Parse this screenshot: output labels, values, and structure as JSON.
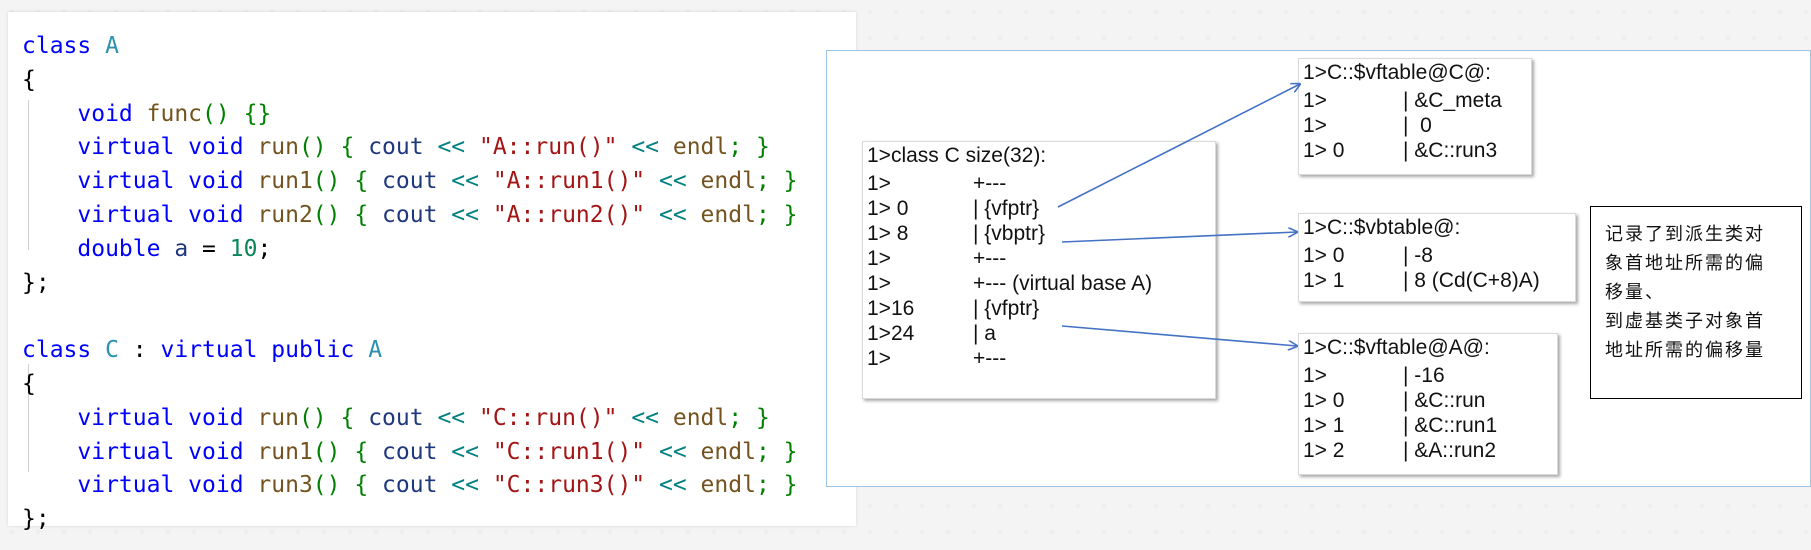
{
  "code": {
    "lines": [
      [
        {
          "t": "class ",
          "c": "kw"
        },
        {
          "t": "A",
          "c": "cls"
        }
      ],
      [
        {
          "t": "{",
          "c": "plain"
        }
      ],
      [
        {
          "t": "    ",
          "c": "plain"
        },
        {
          "t": "void ",
          "c": "kw"
        },
        {
          "t": "func",
          "c": "fn"
        },
        {
          "t": "() {}",
          "c": "lbr"
        }
      ],
      [
        {
          "t": "    ",
          "c": "plain"
        },
        {
          "t": "virtual void ",
          "c": "kw"
        },
        {
          "t": "run",
          "c": "fn"
        },
        {
          "t": "() { ",
          "c": "lbr"
        },
        {
          "t": "cout",
          "c": "pl"
        },
        {
          "t": " << ",
          "c": "op"
        },
        {
          "t": "\"A::run()\"",
          "c": "str"
        },
        {
          "t": " << ",
          "c": "op"
        },
        {
          "t": "endl",
          "c": "fn"
        },
        {
          "t": "; }",
          "c": "lbr"
        }
      ],
      [
        {
          "t": "    ",
          "c": "plain"
        },
        {
          "t": "virtual void ",
          "c": "kw"
        },
        {
          "t": "run1",
          "c": "fn"
        },
        {
          "t": "() { ",
          "c": "lbr"
        },
        {
          "t": "cout",
          "c": "pl"
        },
        {
          "t": " << ",
          "c": "op"
        },
        {
          "t": "\"A::run1()\"",
          "c": "str"
        },
        {
          "t": " << ",
          "c": "op"
        },
        {
          "t": "endl",
          "c": "fn"
        },
        {
          "t": "; }",
          "c": "lbr"
        }
      ],
      [
        {
          "t": "    ",
          "c": "plain"
        },
        {
          "t": "virtual void ",
          "c": "kw"
        },
        {
          "t": "run2",
          "c": "fn"
        },
        {
          "t": "() { ",
          "c": "lbr"
        },
        {
          "t": "cout",
          "c": "pl"
        },
        {
          "t": " << ",
          "c": "op"
        },
        {
          "t": "\"A::run2()\"",
          "c": "str"
        },
        {
          "t": " << ",
          "c": "op"
        },
        {
          "t": "endl",
          "c": "fn"
        },
        {
          "t": "; }",
          "c": "lbr"
        }
      ],
      [
        {
          "t": "    ",
          "c": "plain"
        },
        {
          "t": "double ",
          "c": "kw"
        },
        {
          "t": "a",
          "c": "pl"
        },
        {
          "t": " = ",
          "c": "plain"
        },
        {
          "t": "10",
          "c": "num"
        },
        {
          "t": ";",
          "c": "plain"
        }
      ],
      [
        {
          "t": "};",
          "c": "plain"
        }
      ],
      [],
      [
        {
          "t": "class ",
          "c": "kw"
        },
        {
          "t": "C",
          "c": "cls"
        },
        {
          "t": " : ",
          "c": "plain"
        },
        {
          "t": "virtual public ",
          "c": "kw"
        },
        {
          "t": "A",
          "c": "cls"
        }
      ],
      [
        {
          "t": "{",
          "c": "plain"
        }
      ],
      [
        {
          "t": "    ",
          "c": "plain"
        },
        {
          "t": "virtual void ",
          "c": "kw"
        },
        {
          "t": "run",
          "c": "fn"
        },
        {
          "t": "() { ",
          "c": "lbr"
        },
        {
          "t": "cout",
          "c": "pl"
        },
        {
          "t": " << ",
          "c": "op"
        },
        {
          "t": "\"C::run()\"",
          "c": "str"
        },
        {
          "t": " << ",
          "c": "op"
        },
        {
          "t": "endl",
          "c": "fn"
        },
        {
          "t": "; }",
          "c": "lbr"
        }
      ],
      [
        {
          "t": "    ",
          "c": "plain"
        },
        {
          "t": "virtual void ",
          "c": "kw"
        },
        {
          "t": "run1",
          "c": "fn"
        },
        {
          "t": "() { ",
          "c": "lbr"
        },
        {
          "t": "cout",
          "c": "pl"
        },
        {
          "t": " << ",
          "c": "op"
        },
        {
          "t": "\"C::run1()\"",
          "c": "str"
        },
        {
          "t": " << ",
          "c": "op"
        },
        {
          "t": "endl",
          "c": "fn"
        },
        {
          "t": "; }",
          "c": "lbr"
        }
      ],
      [
        {
          "t": "    ",
          "c": "plain"
        },
        {
          "t": "virtual void ",
          "c": "kw"
        },
        {
          "t": "run3",
          "c": "fn"
        },
        {
          "t": "() { ",
          "c": "lbr"
        },
        {
          "t": "cout",
          "c": "pl"
        },
        {
          "t": " << ",
          "c": "op"
        },
        {
          "t": "\"C::run3()\"",
          "c": "str"
        },
        {
          "t": " << ",
          "c": "op"
        },
        {
          "t": "endl",
          "c": "fn"
        },
        {
          "t": "; }",
          "c": "lbr"
        }
      ],
      [
        {
          "t": "};",
          "c": "plain"
        }
      ]
    ]
  },
  "layout_box": {
    "title": "1>class C size(32):",
    "rows": [
      [
        "1>",
        "+---"
      ],
      [
        "1> 0",
        "| {vfptr}"
      ],
      [
        "1> 8",
        "| {vbptr}"
      ],
      [
        "1>",
        "+---"
      ],
      [
        "1>",
        "+--- (virtual base A)"
      ],
      [
        "1>16",
        "| {vfptr}"
      ],
      [
        "1>24",
        "| a"
      ],
      [
        "1>",
        "+---"
      ]
    ]
  },
  "vftable_c": {
    "title": "1>C::$vftable@C@:",
    "rows": [
      [
        "1>",
        "| &C_meta"
      ],
      [
        "1>",
        "|  0"
      ],
      [
        "1> 0",
        "| &C::run3"
      ]
    ]
  },
  "vbtable": {
    "title": "1>C::$vbtable@:",
    "rows": [
      [
        "1> 0",
        "| -8"
      ],
      [
        "1> 1",
        "| 8 (Cd(C+8)A)"
      ]
    ]
  },
  "vftable_a": {
    "title": "1>C::$vftable@A@:",
    "rows": [
      [
        "1>",
        "| -16"
      ],
      [
        "1> 0",
        "| &C::run"
      ],
      [
        "1> 1",
        "| &C::run1"
      ],
      [
        "1> 2",
        "| &A::run2"
      ]
    ]
  },
  "note": {
    "lines": [
      "记录了到派生类对",
      "象首地址所需的偏",
      "移量、",
      "到虚基类子对象首",
      "地址所需的偏移量"
    ]
  },
  "colors": {
    "arrow": "#4472c4",
    "panel_border": "#9dc3e6"
  }
}
